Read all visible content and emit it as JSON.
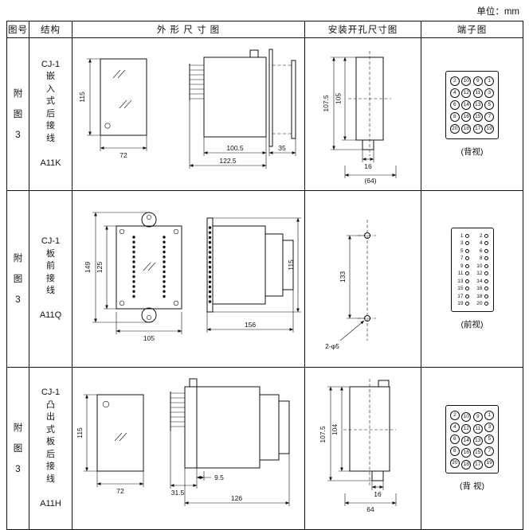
{
  "page": {
    "unit_label": "单位：mm"
  },
  "table": {
    "headers": [
      "图号",
      "结构",
      "外 形 尺 寸 图",
      "安装开孔尺寸图",
      "端子图"
    ]
  },
  "rows": [
    {
      "fig_no": "附\n图\n3",
      "structure": "CJ-1\n嵌\n入\n式\n后\n接\n线\n\nA11K",
      "outline": {
        "front_h": "115",
        "front_w": "72",
        "body_w": "100.5",
        "overall_w": "122.5",
        "flange_d": "35"
      },
      "install": {
        "dim_a": "107.5",
        "dim_b": "105",
        "dim_c": "16",
        "dim_d": "(64)"
      },
      "terminal": {
        "view_label": "(背视)",
        "numbers": [
          "2",
          "10",
          "9",
          "1",
          "4",
          "12",
          "11",
          "3",
          "6",
          "14",
          "13",
          "5",
          "8",
          "16",
          "15",
          "7",
          "20",
          "18",
          "17",
          "19"
        ]
      }
    },
    {
      "fig_no": "附\n图\n3",
      "structure": "CJ-1\n板\n前\n接\n线\n\nA11Q",
      "outline": {
        "front_h_outer": "149",
        "front_h": "125",
        "front_w": "105",
        "side_l": "156",
        "side_h": "115"
      },
      "install": {
        "dim_a": "133",
        "hole_label": "2-φ5"
      },
      "terminal": {
        "view_label": "(前视)",
        "numbers": [
          "1",
          "2",
          "3",
          "4",
          "5",
          "6",
          "7",
          "8",
          "9",
          "10",
          "11",
          "12",
          "13",
          "14",
          "15",
          "16",
          "17",
          "18",
          "19",
          "20"
        ]
      }
    },
    {
      "fig_no": "附\n图\n3",
      "structure": "CJ-1\n凸\n出\n式\n板\n后\n接\n线\n\nA11H",
      "outline": {
        "front_h": "115",
        "front_w": "72",
        "dim_a": "31.5",
        "dim_b": "9.5",
        "overall_w": "126"
      },
      "install": {
        "dim_a": "107.5",
        "dim_b": "104",
        "dim_c": "16",
        "dim_d": "64"
      },
      "terminal": {
        "view_label": "(背 视)",
        "numbers": [
          "2",
          "10",
          "9",
          "1",
          "4",
          "12",
          "11",
          "3",
          "6",
          "14",
          "13",
          "5",
          "8",
          "16",
          "15",
          "7",
          "20",
          "18",
          "17",
          "19"
        ]
      }
    }
  ]
}
